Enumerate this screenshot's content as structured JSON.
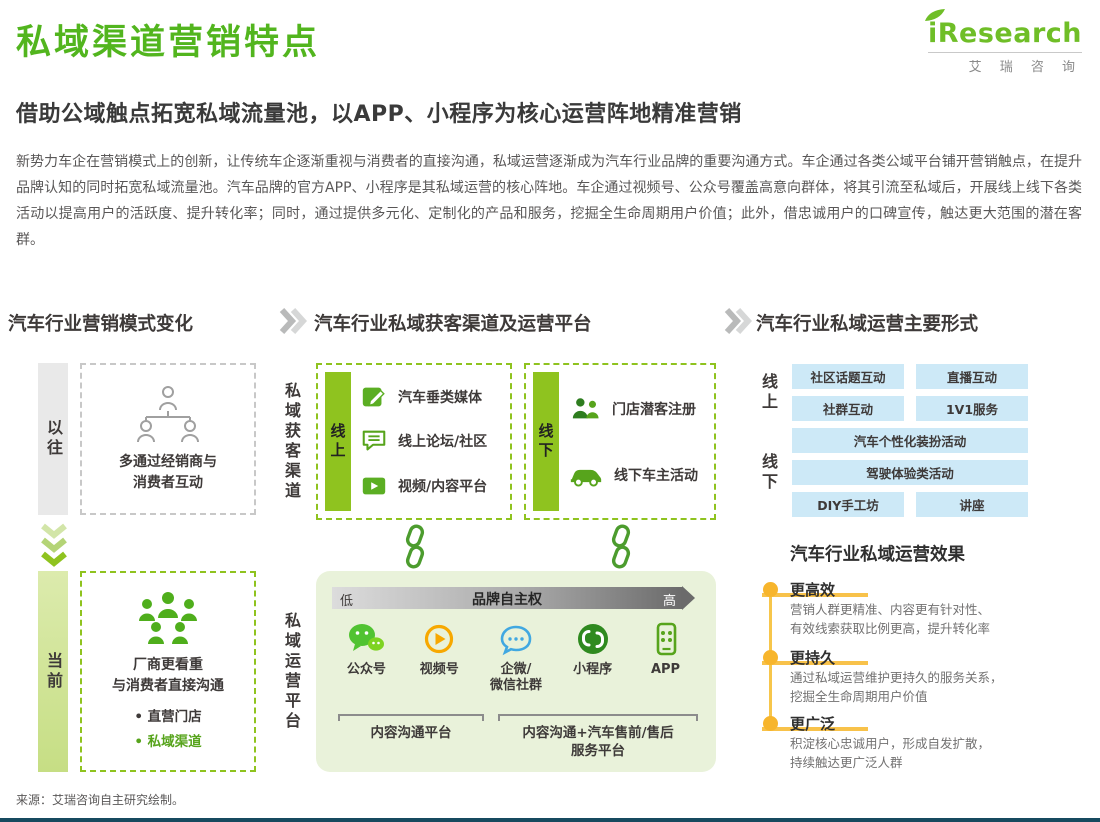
{
  "page": {
    "title": "私域渠道营销特点",
    "subtitle": "借助公域触点拓宽私域流量池，以APP、小程序为核心运营阵地精准营销",
    "body": "新势力车企在营销模式上的创新，让传统车企逐渐重视与消费者的直接沟通，私域运营逐渐成为汽车行业品牌的重要沟通方式。车企通过各类公域平台铺开营销触点，在提升品牌认知的同时拓宽私域流量池。汽车品牌的官方APP、小程序是其私域运营的核心阵地。车企通过视频号、公众号覆盖高意向群体，将其引流至私域后，开展线上线下各类活动以提高用户的活跃度、提升转化率；同时，通过提供多元化、定制化的产品和服务，挖掘全生命周期用户价值；此外，借忠诚用户的口碑宣传，触达更大范围的潜在客群。",
    "source": "来源：艾瑞咨询自主研究绘制。"
  },
  "logo": {
    "brand": "iResearch",
    "cn": "艾 瑞 咨 询"
  },
  "sections": {
    "left_title": "汽车行业营销模式变化",
    "mid_title": "汽车行业私域获客渠道及运营平台",
    "right_title": "汽车行业私域运营主要形式"
  },
  "left": {
    "past_label": "以往",
    "past_text": "多通过经销商与\n消费者互动",
    "current_label": "当前",
    "current_text": "厂商更看重\n与消费者直接沟通",
    "bullet1": "• 直营门店",
    "bullet2": "• 私域渠道"
  },
  "mid": {
    "acq_label": "私域获客渠道",
    "online_label": "线上",
    "online_items": [
      "汽车垂类媒体",
      "线上论坛/社区",
      "视频/内容平台"
    ],
    "offline_label": "线下",
    "offline_items": [
      "门店潜客注册",
      "线下车主活动"
    ],
    "platform_label": "私域运营平台",
    "axis_low": "低",
    "axis_title": "品牌自主权",
    "axis_high": "高",
    "platforms": [
      "公众号",
      "视频号",
      "企微/\n微信社群",
      "小程序",
      "APP"
    ],
    "group1": "内容沟通平台",
    "group2": "内容沟通+汽车售前/售后\n服务平台"
  },
  "right": {
    "online_label": "线上",
    "online_items": [
      "社区话题互动",
      "直播互动",
      "社群互动",
      "1V1服务"
    ],
    "offline_label": "线下",
    "offline_items": [
      "汽车个性化装扮活动",
      "驾驶体验类活动",
      "DIY手工坊",
      "讲座"
    ],
    "effects_title": "汽车行业私域运营效果",
    "effects": [
      {
        "title": "更高效",
        "desc": "营销人群更精准、内容更有针对性、\n有效线索获取比例更高，提升转化率"
      },
      {
        "title": "更持久",
        "desc": "通过私域运营维护更持久的服务关系，\n挖掘全生命周期用户价值"
      },
      {
        "title": "更广泛",
        "desc": "积淀核心忠诚用户，形成自发扩散，\n持续触达更广泛人群"
      }
    ]
  },
  "colors": {
    "brand_green": "#8FC31F",
    "title_green": "#52B51E",
    "dark_text": "#3E3A39",
    "body_text": "#595757",
    "pill_blue": "#CDE9F7",
    "accent_yellow": "#F7B52C",
    "panel_green": "#E9F2DA",
    "footer_teal": "#164A5F"
  },
  "icons": [
    "leaf-icon",
    "section-separator-chevron-icon",
    "dealer-org-icon",
    "consumer-group-icon",
    "down-chevrons-icon",
    "media-pencil-icon",
    "forum-chat-icon",
    "video-play-icon",
    "store-visitors-icon",
    "car-icon",
    "chain-link-icon",
    "wechat-official-icon",
    "wechat-channels-icon",
    "wecom-group-icon",
    "mini-program-icon",
    "app-phone-icon",
    "effect-dot-icon"
  ]
}
